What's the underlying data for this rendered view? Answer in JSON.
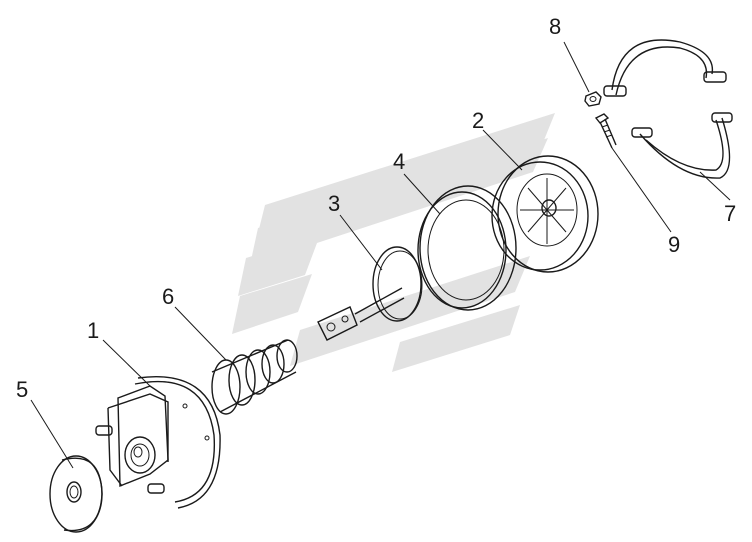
{
  "diagram": {
    "callouts": [
      {
        "id": "1",
        "label": "1"
      },
      {
        "id": "2",
        "label": "2"
      },
      {
        "id": "3",
        "label": "3"
      },
      {
        "id": "4",
        "label": "4"
      },
      {
        "id": "5",
        "label": "5"
      },
      {
        "id": "6",
        "label": "6"
      },
      {
        "id": "7",
        "label": "7"
      },
      {
        "id": "8",
        "label": "8"
      },
      {
        "id": "9",
        "label": "9"
      }
    ],
    "colors": {
      "ink": "#1a1a1a",
      "watermark": "#e2e2e2",
      "background": "#ffffff"
    }
  }
}
